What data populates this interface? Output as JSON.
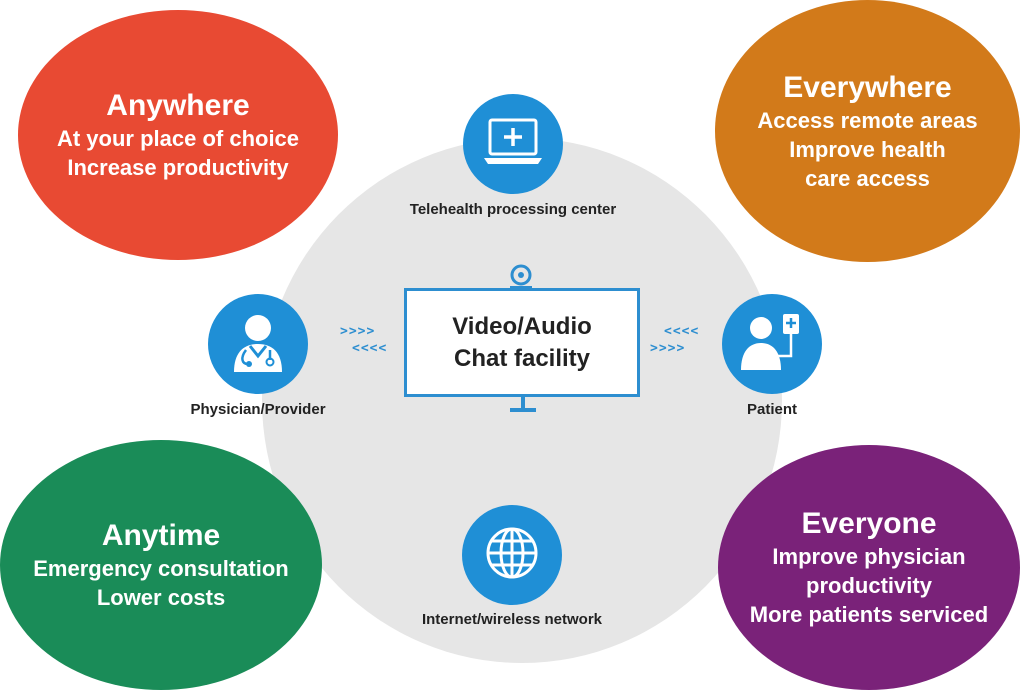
{
  "center": {
    "line1": "Video/Audio",
    "line2": "Chat facility"
  },
  "nodes": {
    "telehealth": {
      "label": "Telehealth processing center",
      "icon": "laptop-plus-icon"
    },
    "physician": {
      "label": "Physician/Provider",
      "icon": "doctor-icon"
    },
    "patient": {
      "label": "Patient",
      "icon": "patient-iv-icon"
    },
    "network": {
      "label": "Internet/wireless network",
      "icon": "globe-icon"
    }
  },
  "arrows": {
    "right": ">>>>",
    "left": "<<<<"
  },
  "blobs": {
    "anywhere": {
      "title": "Anywhere",
      "lines": [
        "At your place of choice",
        "Increase productivity"
      ],
      "color": "#e84a33"
    },
    "everywhere": {
      "title": "Everywhere",
      "lines": [
        "Access remote areas",
        "Improve health",
        "care access"
      ],
      "color": "#d27a1a"
    },
    "anytime": {
      "title": "Anytime",
      "lines": [
        "Emergency consultation",
        "Lower costs"
      ],
      "color": "#1a8c58"
    },
    "everyone": {
      "title": "Everyone",
      "lines": [
        "Improve physician",
        "productivity",
        "More patients serviced"
      ],
      "color": "#7a2279"
    }
  },
  "colors": {
    "accent_blue": "#1f8fd6",
    "center_ellipse": "#e6e6e6"
  }
}
